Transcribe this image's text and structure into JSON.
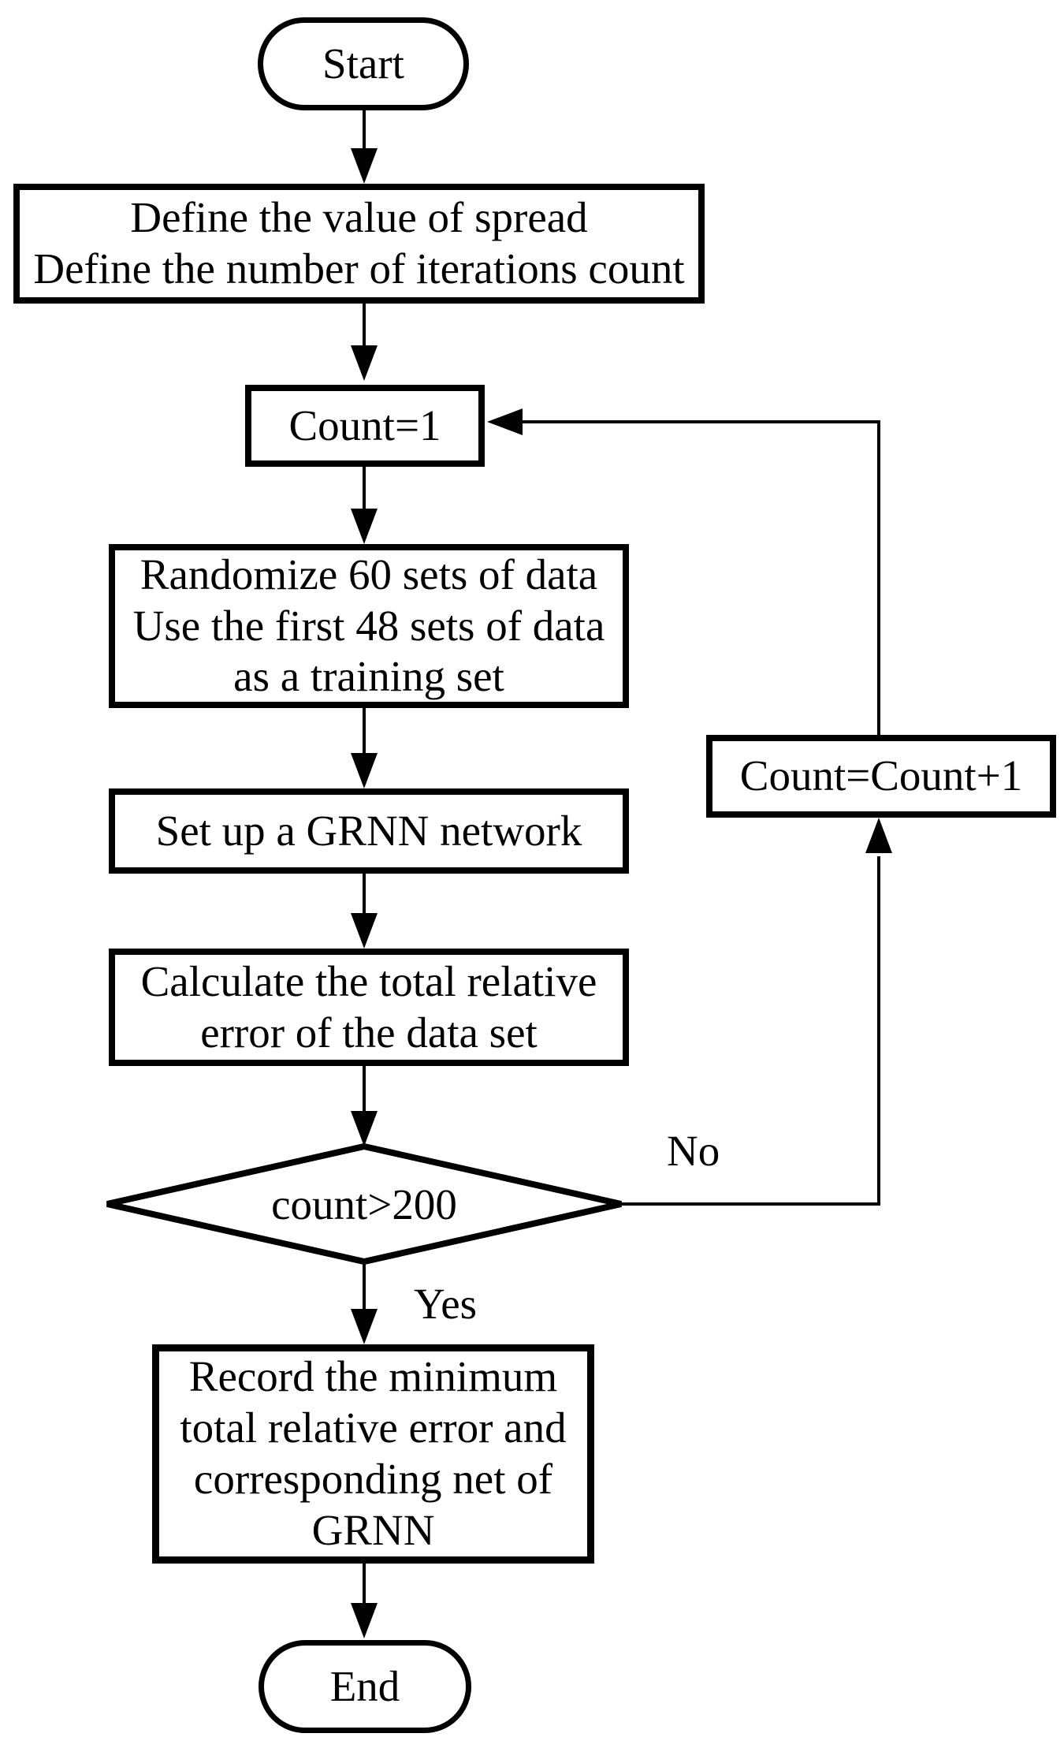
{
  "diagram": {
    "kind": "flowchart",
    "colors": {
      "stroke": "#000000",
      "fill": "#ffffff",
      "text": "#000000"
    },
    "nodes": {
      "start": {
        "type": "terminator",
        "label": "Start"
      },
      "define": {
        "type": "process",
        "line1": "Define the value of spread",
        "line2": "Define the number of iterations count"
      },
      "count_init": {
        "type": "process",
        "label": "Count=1"
      },
      "randomize": {
        "type": "process",
        "line1": "Randomize 60 sets of data",
        "line2": "Use the first 48 sets of data",
        "line3": "as a training set"
      },
      "setup": {
        "type": "process",
        "label": "Set up a GRNN network"
      },
      "calculate": {
        "type": "process",
        "line1": "Calculate the total relative",
        "line2": "error of the data set"
      },
      "decision": {
        "type": "decision",
        "label": "count>200"
      },
      "increment": {
        "type": "process",
        "label": "Count=Count+1"
      },
      "record": {
        "type": "process",
        "line1": "Record the minimum",
        "line2": "total relative error and",
        "line3": "corresponding net of",
        "line4": "GRNN"
      },
      "end": {
        "type": "terminator",
        "label": "End"
      }
    },
    "edges": {
      "no_label": "No",
      "yes_label": "Yes"
    }
  }
}
